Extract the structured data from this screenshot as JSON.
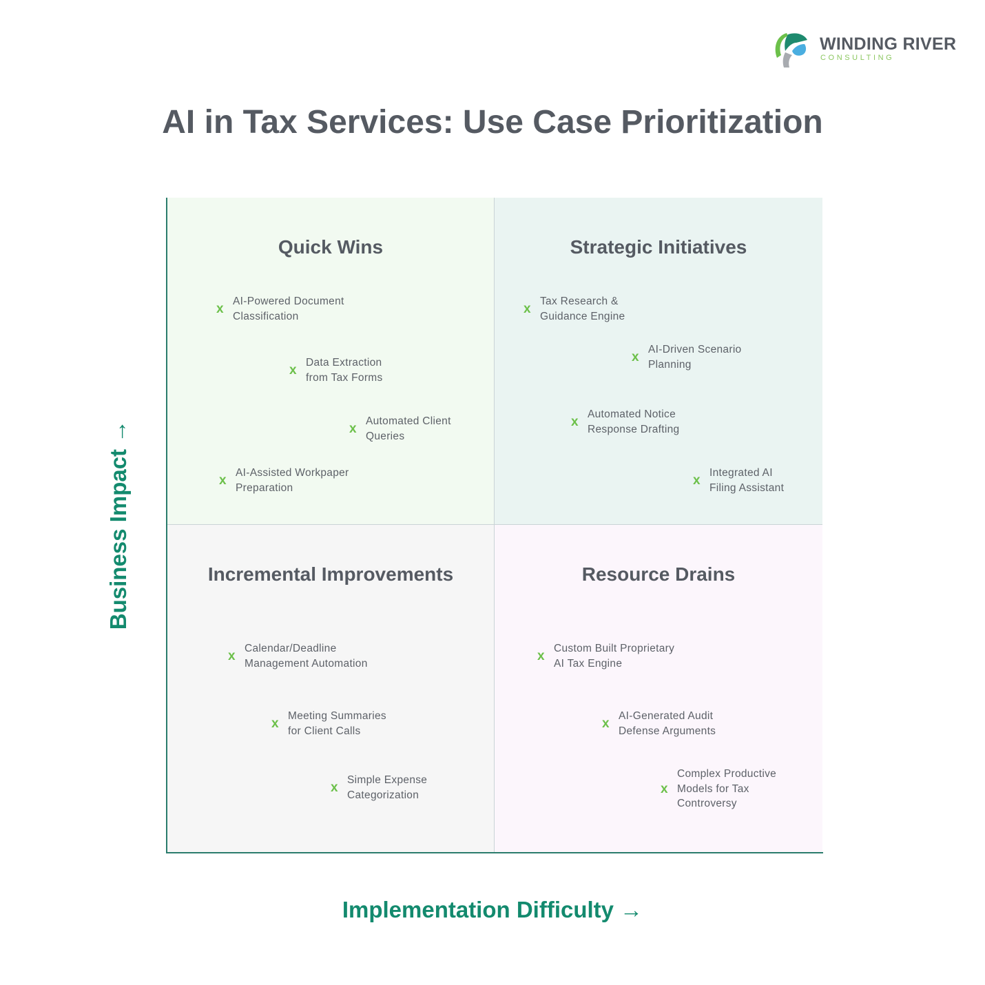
{
  "logo": {
    "name": "WINDING RIVER",
    "sub": "CONSULTING"
  },
  "title": "AI in Tax Services: Use Case Prioritization",
  "axes": {
    "x": "Implementation Difficulty →",
    "y": "Business Impact →"
  },
  "quadrants": [
    {
      "title": "Quick Wins",
      "items": [
        "AI-Powered Document\nClassification",
        "Data Extraction\nfrom Tax Forms",
        "Automated Client\nQueries",
        "AI-Assisted Workpaper\nPreparation"
      ]
    },
    {
      "title": "Strategic Initiatives",
      "items": [
        "Tax Research &\nGuidance Engine",
        "AI-Driven Scenario\nPlanning",
        "Automated Notice\nResponse Drafting",
        "Integrated AI\nFiling Assistant"
      ]
    },
    {
      "title": "Incremental Improvements",
      "items": [
        "Calendar/Deadline\nManagement Automation",
        "Meeting Summaries\nfor Client Calls",
        "Simple Expense\nCategorization"
      ]
    },
    {
      "title": "Resource Drains",
      "items": [
        "Custom Built Proprietary\nAI Tax Engine",
        "AI-Generated Audit\nDefense Arguments",
        "Complex Productive\nModels for Tax\nControversy"
      ]
    }
  ],
  "marker": "x",
  "colors": {
    "accent": "#138a6e",
    "marker": "#6cc04a"
  }
}
